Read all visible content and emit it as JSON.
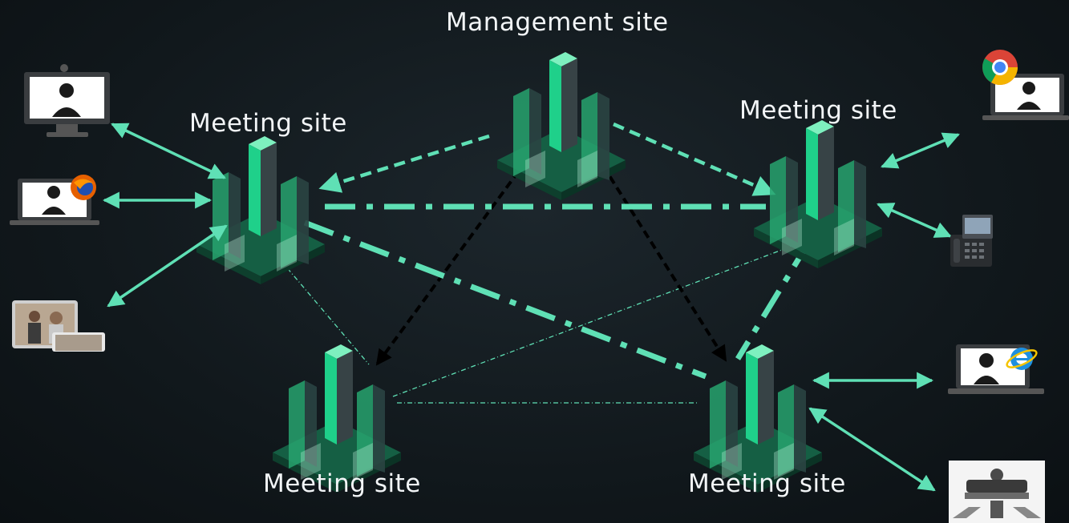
{
  "labels": {
    "management": "Management site",
    "meeting_left": "Meeting site",
    "meeting_right": "Meeting site",
    "meeting_bottom_left": "Meeting site",
    "meeting_bottom_right": "Meeting site"
  },
  "colors": {
    "link": "#5fe0b5",
    "cascade": "#000000",
    "building_green": "#1fb678",
    "building_dark": "#23393a",
    "background": "#11181c"
  },
  "icons": [
    "terminal-monitor-icon",
    "firefox-laptop-icon",
    "tablet-video-icon",
    "chrome-laptop-icon",
    "ip-phone-icon",
    "ie-laptop-icon",
    "telepresence-room-icon"
  ]
}
